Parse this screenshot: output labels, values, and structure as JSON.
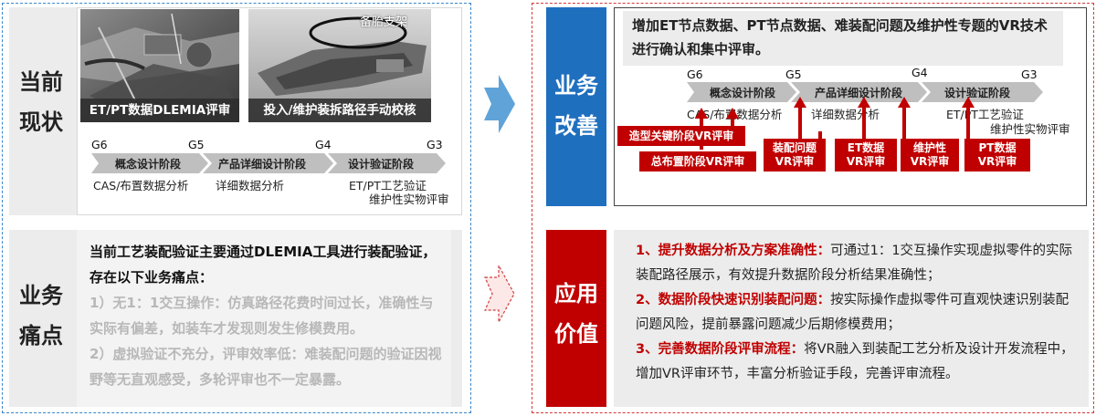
{
  "left": {
    "status_label": [
      "当前",
      "现状"
    ],
    "photo1_caption": "ET/PT数据DLEMIA评审",
    "photo2_caption": "投入/维护装拆路径手动校核",
    "photo2_annotation": "备胎支架",
    "stages": [
      "G6",
      "G5",
      "G4",
      "G3"
    ],
    "phases": [
      "概念设计阶段",
      "产品详细设计阶段",
      "设计验证阶段"
    ],
    "activities": [
      "CAS/布置数据分析",
      "详细数据分析",
      "ET/PT工艺验证",
      "维护性实物评审"
    ],
    "pain_label": [
      "业务",
      "痛点"
    ],
    "pain_title": "当前工艺装配验证主要通过DLEMIA工具进行装配验证，存在以下业务痛点：",
    "pain_points": [
      "1）无1：1交互操作：仿真路径花费时间过长，准确性与实际有偏差，如装车才发现则发生修模费用。",
      "2）虚拟验证不充分，评审效率低：难装配问题的验证因视野等无直观感受，多轮评审也不一定暴露。"
    ]
  },
  "right": {
    "improve_label": [
      "业务",
      "改善"
    ],
    "improve_title": "增加ET节点数据、PT节点数据、难装配问题及维护性专题的VR技术进行确认和集中评审。",
    "stages": [
      "G6",
      "G5",
      "G4",
      "G3"
    ],
    "phases": [
      "概念设计阶段",
      "产品详细设计阶段",
      "设计验证阶段"
    ],
    "activities": [
      "CAS/布置数据分析",
      "详细数据分析",
      "ET/PT工艺验证",
      "维护性实物评审"
    ],
    "vr_boxes": [
      "造型关键阶段VR评审",
      "总布置阶段VR评审",
      "装配问题VR评审",
      "ET数据VR评审",
      "维护性VR评审",
      "PT数据VR评审"
    ],
    "value_label": [
      "应用",
      "价值"
    ],
    "values": [
      {
        "title": "1、提升数据分析及方案准确性：",
        "body": "可通过1：1交互操作实现虚拟零件的实际装配路径展示，有效提升数据阶段分析结果准确性；"
      },
      {
        "title": "2、数据阶段快速识别装配问题：",
        "body": "按实际操作虚拟零件可直观快速识别装配问题风险，提前暴露问题减少后期修模费用；"
      },
      {
        "title": "3、完善数据阶段评审流程：",
        "body": "将VR融入到装配工艺分析及设计开发流程中，增加VR评审环节，丰富分析验证手段，完善评审流程。"
      }
    ]
  },
  "colors": {
    "blue": "#1f6fbf",
    "red": "#c00000",
    "gray": "#ececec"
  }
}
